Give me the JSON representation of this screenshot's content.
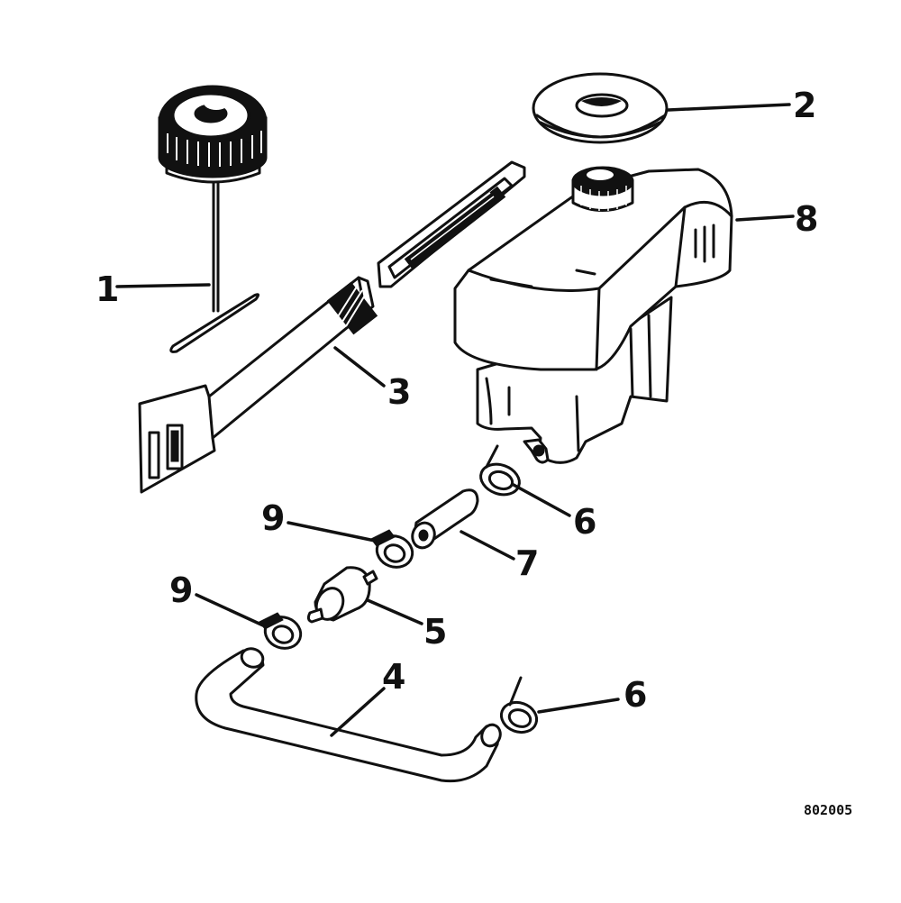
{
  "diagram": {
    "callouts": {
      "c1": "1",
      "c2": "2",
      "c3": "3",
      "c4": "4",
      "c5": "5",
      "c6a": "6",
      "c6b": "6",
      "c7": "7",
      "c8": "8",
      "c9a": "9",
      "c9b": "9"
    },
    "figure_code": "802005"
  }
}
